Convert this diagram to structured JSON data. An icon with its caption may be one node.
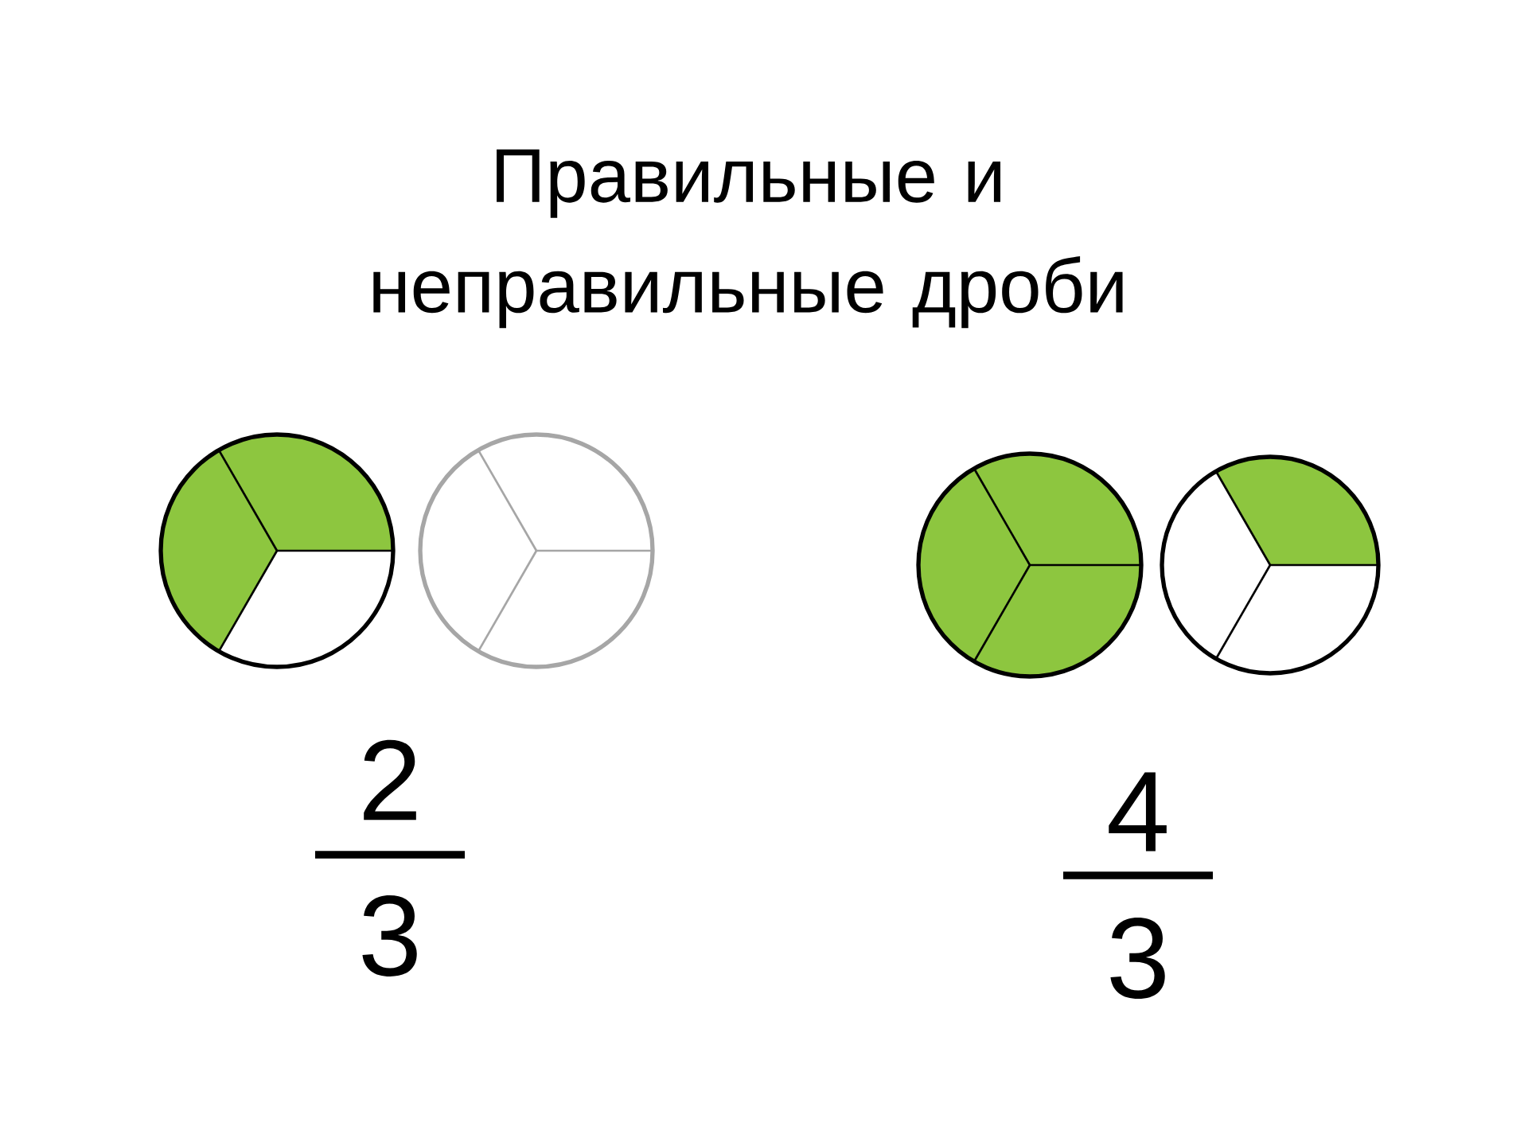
{
  "diagram": {
    "title": "Правильные и неправильные дроби",
    "labels": [
      "2",
      "3",
      "4",
      "3"
    ]
  }
}
